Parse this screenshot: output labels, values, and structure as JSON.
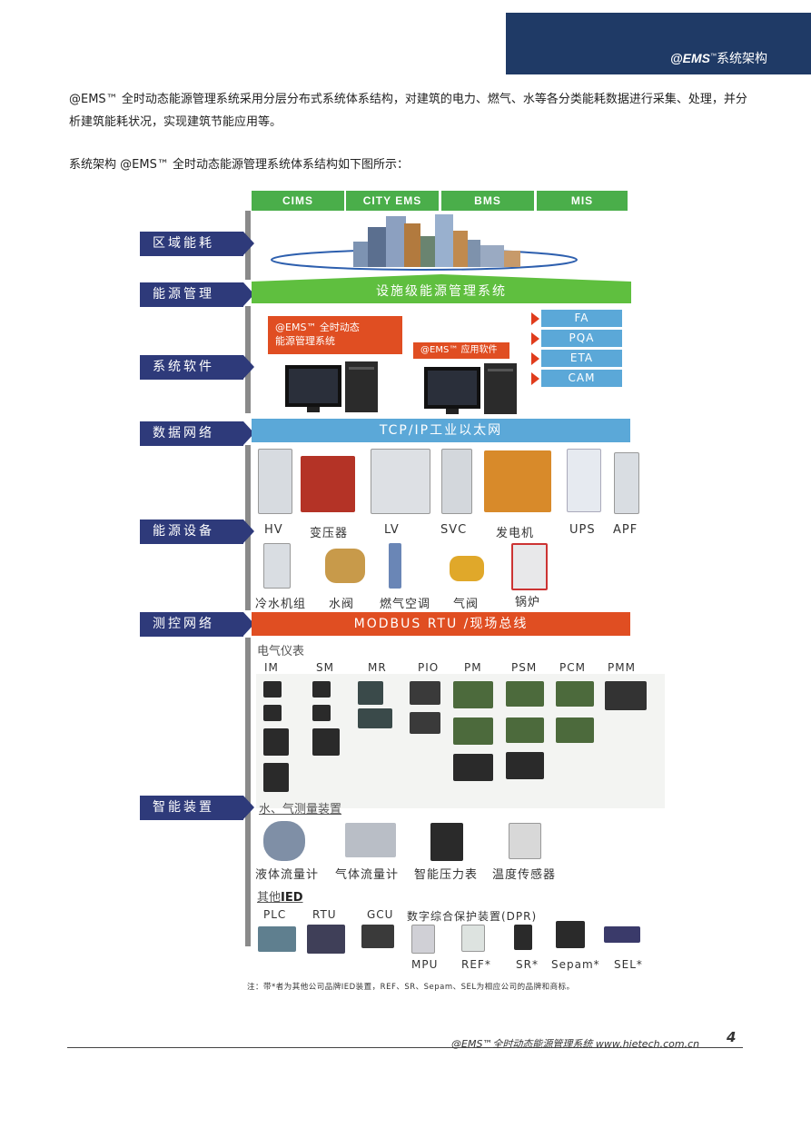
{
  "header": {
    "brand": "@EMS",
    "tm": "™",
    "title": "系统架构"
  },
  "intro": "@EMS™ 全时动态能源管理系统采用分层分布式系统体系结构，对建筑的电力、燃气、水等各分类能耗数据进行采集、处理，并分析建筑能耗状况，实现建筑节能应用等。",
  "lead": "系统架构 @EMS™ 全时动态能源管理系统体系结构如下图所示：",
  "tabs": [
    "CIMS",
    "CITY EMS",
    "BMS",
    "MIS"
  ],
  "layers": {
    "regional": "区域能耗",
    "management": "能源管理",
    "software": "系统软件",
    "network": "数据网络",
    "equipment": "能源设备",
    "control_network": "测控网络",
    "smart": "智能装置"
  },
  "facility_bar": "设施级能源管理系统",
  "software": {
    "box1_line1": "@EMS™ 全时动态",
    "box1_line2": "能源管理系统",
    "box2": "@EMS™ 应用软件",
    "apps": [
      "FA",
      "PQA",
      "ETA",
      "CAM"
    ]
  },
  "tcp_bar": "TCP/IP工业以太网",
  "equipment_row1": [
    "HV",
    "变压器",
    "LV",
    "SVC",
    "发电机",
    "UPS",
    "APF"
  ],
  "equipment_row2": [
    "冷水机组",
    "水阀",
    "燃气空调",
    "气阀",
    "锅炉"
  ],
  "modbus_bar": "MODBUS RTU /现场总线",
  "meters": {
    "title": "电气仪表",
    "labels": [
      "IM",
      "SM",
      "MR",
      "PIO",
      "PM",
      "PSM",
      "PCM",
      "PMM"
    ]
  },
  "water_gas": {
    "title": "水、气测量装置",
    "labels": [
      "液体流量计",
      "气体流量计",
      "智能压力表",
      "温度传感器"
    ]
  },
  "other_ied": {
    "title_a": "其他",
    "title_b": "IED",
    "row1": [
      "PLC",
      "RTU",
      "GCU",
      "数字综合保护装置(DPR)"
    ],
    "row2": [
      "MPU",
      "REF*",
      "SR*",
      "Sepam*",
      "SEL*"
    ]
  },
  "note": "注：带*者为其他公司品牌IED装置，REF、SR、Sepam、SEL为相应公司的品牌和商标。",
  "footer": {
    "text": "@EMS™全时动态能源管理系统 www.hietech.com.cn",
    "page": "4"
  },
  "colors": {
    "navy": "#2e3a7a",
    "green": "#4aae4a",
    "blue": "#5ba8d8",
    "orange": "#e04e22"
  }
}
